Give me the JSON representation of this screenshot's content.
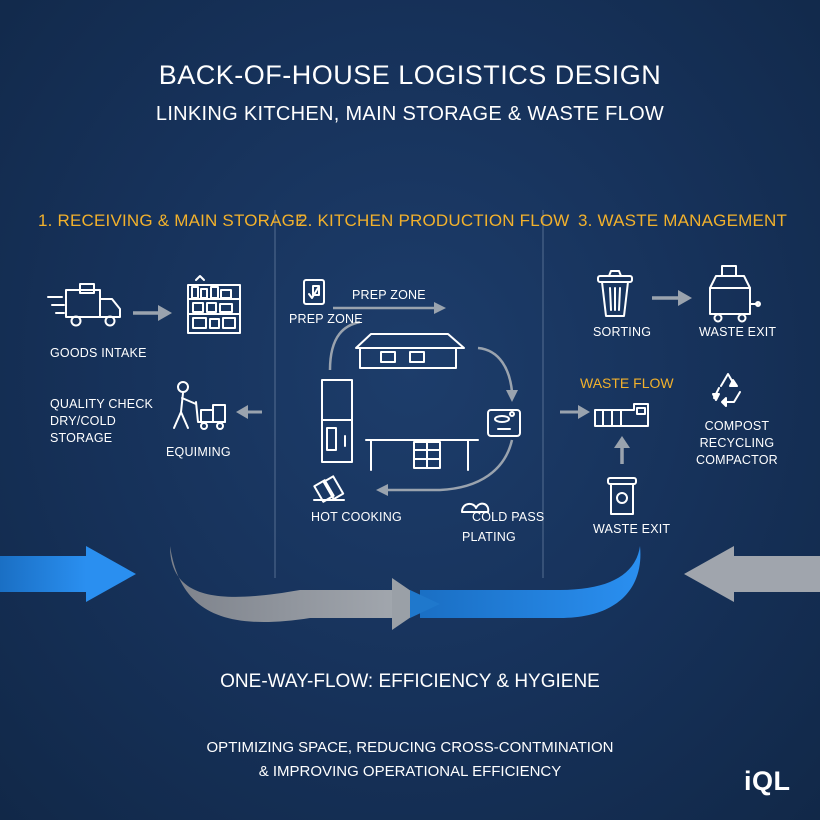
{
  "title": "BACK-OF-HOUSE LOGISTICS DESIGN",
  "subtitle": "LINKING KITCHEN, MAIN STORAGE & WASTE FLOW",
  "sections": [
    {
      "heading": "1. RECEIVING & MAIN STORAGE",
      "labels": {
        "goods_intake": "GOODS INTAKE",
        "quality_check": "QUALITY CHECK\nDRY/COLD\nSTORAGE",
        "equiming": "EQUIMING"
      }
    },
    {
      "heading": "2. KITCHEN PRODUCTION FLOW",
      "labels": {
        "prep_zone_top": "PREP ZONE",
        "prep_zone": "PREP ZONE",
        "hot_cooking": "HOT COOKING",
        "cold_pass": "COLD PASS",
        "plating": "PLATING"
      }
    },
    {
      "heading": "3. WASTE MANAGEMENT",
      "labels": {
        "sorting": "SORTING",
        "waste_exit_top": "WASTE EXIT",
        "waste_flow": "WASTE FLOW",
        "compost": "COMPOST\nRECYCLING\nCOMPACTOR",
        "waste_exit_bottom": "WASTE EXIT"
      }
    }
  ],
  "flow_caption": "ONE-WAY-FLOW: EFFICIENCY & HYGIENE",
  "footer": {
    "line1": "OPTIMIZING SPACE, REDUCING CROSS-CONTMINATION",
    "line2": "& IMPROVING OPERATIONAL EFFICIENCY"
  },
  "logo": "iQL",
  "colors": {
    "background": "#16315a",
    "heading_accent": "#f2b12c",
    "flow_blue": "#1e7fd6",
    "flow_gray": "#8a8f98",
    "text": "#ffffff"
  },
  "icons": [
    "delivery-truck-icon",
    "shelving-icon",
    "hand-truck-icon",
    "checklist-icon",
    "kitchen-layout-icon",
    "refrigerator-icon",
    "stove-icon",
    "bottles-icon",
    "trash-bin-icon",
    "waste-cart-icon",
    "compactor-icon",
    "recycle-icon",
    "waste-bin-icon"
  ]
}
